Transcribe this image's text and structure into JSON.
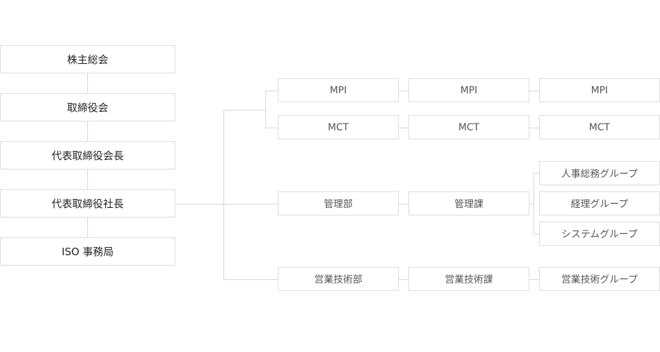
{
  "executive": {
    "shareholders": "株主総会",
    "board": "取締役会",
    "chairman": "代表取締役会長",
    "president": "代表取締役社長",
    "iso_office": "ISO 事務局"
  },
  "departments": {
    "mpi": {
      "division": "MPI",
      "section": "MPI",
      "group": "MPI"
    },
    "mct": {
      "division": "MCT",
      "section": "MCT",
      "group": "MCT"
    },
    "management": {
      "division": "管理部",
      "section": "管理課",
      "groups": [
        "人事総務グループ",
        "経理グループ",
        "システムグループ"
      ]
    },
    "sales_engineering": {
      "division": "営業技術部",
      "section": "営業技術課",
      "group": "営業技術グループ"
    }
  }
}
